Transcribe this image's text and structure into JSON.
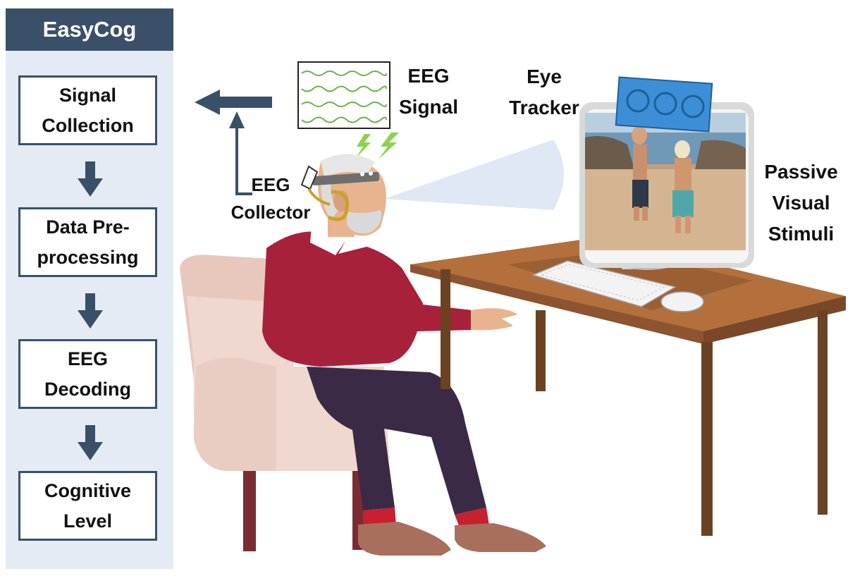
{
  "sidebar": {
    "title": "EasyCog",
    "steps": [
      {
        "label": "Signal\nCollection"
      },
      {
        "label": "Data Pre-\nprocessing"
      },
      {
        "label": "EEG\nDecoding"
      },
      {
        "label": "Cognitive\nLevel"
      }
    ]
  },
  "labels": {
    "eeg_signal": "EEG\nSignal",
    "eye_tracker": "Eye\nTracker",
    "eeg_collector": "EEG\nCollector",
    "passive_visual_stimuli": "Passive\nVisual\nStimuli"
  },
  "colors": {
    "navy": "#3a5068",
    "sidebar_bg": "#e5ebf4",
    "sweater": "#a8213b",
    "pants": "#3b2a45",
    "chair": "#f0d7cf",
    "chair_leg": "#7b2c33",
    "table_top": "#b3703d",
    "table_leg": "#6b4222",
    "eye_tracker": "#3c8fd6",
    "eeg_wave": "#6ab04c",
    "gaze_beam": "#dfe8f4"
  }
}
